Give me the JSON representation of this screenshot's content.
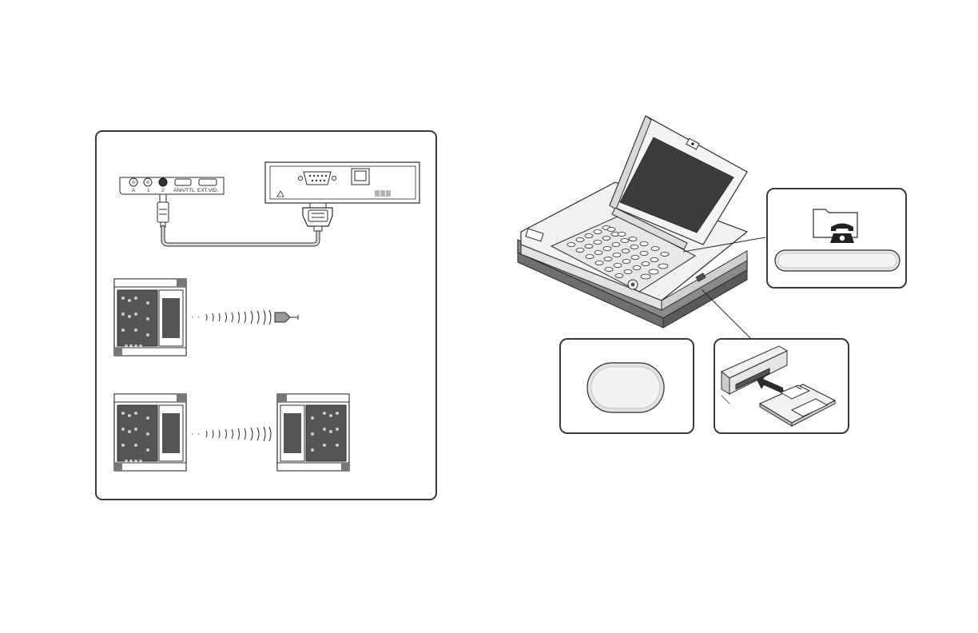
{
  "left_panel": {
    "port_labels": [
      "A",
      "1",
      "2",
      "ANA/TTL",
      "EXT.VID."
    ]
  },
  "colors": {
    "outline": "#2b2b2b",
    "dark_fill": "#555555",
    "screen": "#3c3c3c",
    "light_gray": "#d9d9d9",
    "device_base": "#8a8a8a"
  },
  "icons": {
    "modem_folder": "folder-with-telephone-icon",
    "warning": "warning-triangle-icon",
    "floppy": "floppy-disk-icon"
  }
}
